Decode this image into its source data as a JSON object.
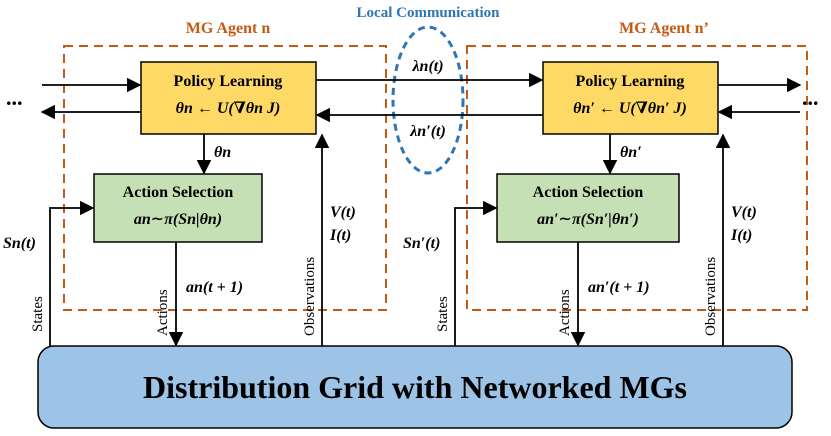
{
  "labels": {
    "agent_left": "MG Agent n",
    "agent_right": "MG Agent n’",
    "local_comm": "Local Communication",
    "grid": "Distribution Grid with Networked MGs",
    "policy_title": "Policy Learning",
    "action_title": "Action Selection",
    "policy_eq_left": "θn ← U(∇θn J)",
    "policy_eq_right": "θn′ ← U(∇θn′ J)",
    "action_eq_left": "an∼π(Sn|θn)",
    "action_eq_right": "an′∼π(Sn′|θn′)",
    "theta_left": "θn",
    "theta_right": "θn′",
    "lambda_top": "λn(t)",
    "lambda_bottom": "λn′(t)",
    "state_left": "Sn(t)",
    "state_right": "Sn′(t)",
    "actions_left": "an(t + 1)",
    "actions_right": "an′(t + 1)",
    "observations_vt": "V(t)",
    "observations_it": "I(t)",
    "side_states": "States",
    "side_actions": "Actions",
    "side_observations": "Observations",
    "ellipsis": "..."
  },
  "colors": {
    "policy_fill": "#ffd966",
    "action_fill": "#c5e0b4",
    "grid_fill": "#9dc3e6",
    "agent_border": "#c55a11",
    "comm_color": "#2e75b6"
  }
}
